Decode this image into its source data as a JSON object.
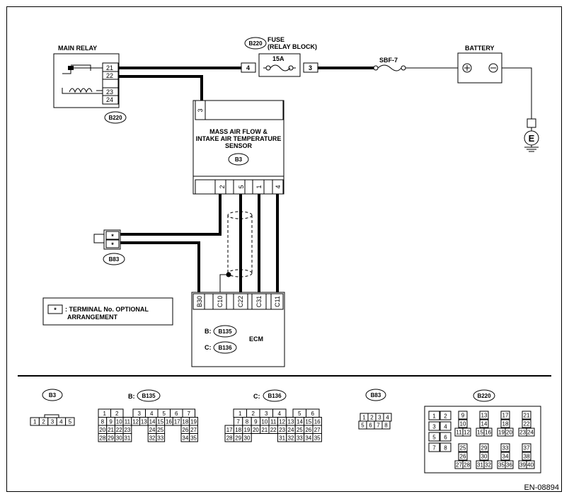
{
  "main_relay": {
    "label": "MAIN RELAY",
    "connector": "B220",
    "pins": [
      "21",
      "22",
      "23",
      "24"
    ]
  },
  "fuse": {
    "label_line1": "FUSE",
    "label_line2": "(RELAY BLOCK)",
    "connector": "B220",
    "rating": "15A",
    "pin_left": "4",
    "pin_right": "3"
  },
  "sbf": {
    "label": "SBF-7"
  },
  "battery": {
    "label": "BATTERY"
  },
  "ground": {
    "label": "E"
  },
  "maf_sensor": {
    "line1": "MASS AIR FLOW &",
    "line2": "INTAKE AIR TEMPERATURE",
    "line3": "SENSOR",
    "connector": "B3",
    "top_pin": "3",
    "bottom_pins": [
      "2",
      "5",
      "1",
      "4"
    ]
  },
  "b83": {
    "connector": "B83",
    "pins": [
      "*",
      "*"
    ]
  },
  "ecm": {
    "label": "ECM",
    "conn1_prefix": "B:",
    "conn1": "B135",
    "conn2_prefix": "C:",
    "conn2": "B136",
    "pins": [
      "B30",
      "C10",
      "C22",
      "C31",
      "C11"
    ]
  },
  "legend": {
    "symbol": "*",
    "line1": ": TERMINAL No. OPTIONAL",
    "line2": "ARRANGEMENT"
  },
  "connectors": {
    "b3": {
      "id": "B3",
      "pins": [
        "1",
        "2",
        "3",
        "4",
        "5"
      ]
    },
    "b135": {
      "prefix": "B:",
      "id": "B135",
      "rows": [
        [
          "1",
          "2",
          "",
          "3",
          "4",
          "5",
          "6",
          "7"
        ],
        [
          "8",
          "9",
          "10",
          "11",
          "12",
          "13",
          "14",
          "15",
          "16",
          "17",
          "18",
          "19"
        ],
        [
          "20",
          "21",
          "22",
          "23",
          "",
          "",
          "24",
          "25",
          "",
          "",
          "26",
          "27"
        ],
        [
          "28",
          "29",
          "30",
          "31",
          "",
          "",
          "32",
          "33",
          "",
          "",
          "34",
          "35"
        ]
      ]
    },
    "b136": {
      "prefix": "C:",
      "id": "B136",
      "rows": [
        [
          "",
          "1",
          "2",
          "3",
          "4",
          "",
          "5",
          "6"
        ],
        [
          "",
          "7",
          "8",
          "9",
          "10",
          "11",
          "12",
          "13",
          "14",
          "15",
          "16"
        ],
        [
          "17",
          "18",
          "19",
          "20",
          "21",
          "22",
          "23",
          "24",
          "25",
          "26",
          "27"
        ],
        [
          "28",
          "29",
          "30",
          "",
          "",
          "",
          "31",
          "32",
          "33",
          "34",
          "35"
        ]
      ]
    },
    "b83": {
      "id": "B83",
      "pins": [
        "1",
        "2",
        "3",
        "4",
        "5",
        "6",
        "7",
        "8"
      ]
    },
    "b220": {
      "id": "B220",
      "pins": [
        "1",
        "2",
        "3",
        "4",
        "5",
        "6",
        "7",
        "8",
        "9",
        "10",
        "11",
        "12",
        "13",
        "14",
        "15",
        "16",
        "17",
        "18",
        "19",
        "20",
        "21",
        "22",
        "23",
        "24",
        "25",
        "26",
        "27",
        "28",
        "29",
        "30",
        "31",
        "32",
        "33",
        "34",
        "35",
        "36",
        "37",
        "38",
        "39",
        "40"
      ]
    }
  },
  "doc_code": "EN-08894"
}
